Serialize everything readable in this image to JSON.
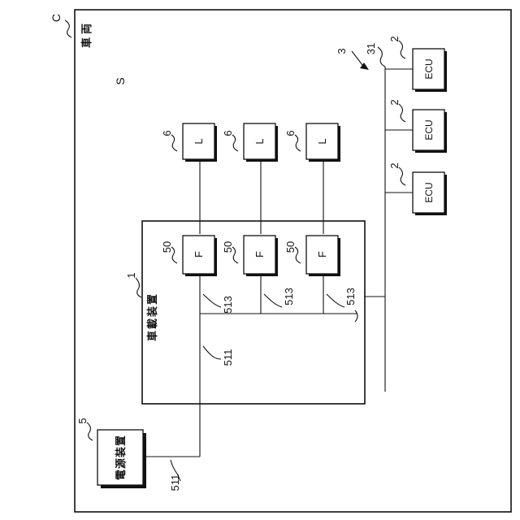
{
  "vehicle": {
    "ref": "C",
    "label": "車両"
  },
  "s_label": "S",
  "network": {
    "ref": "3",
    "bus_ref": "31"
  },
  "device": {
    "ref": "1",
    "label": "車載装置"
  },
  "power_supply": {
    "ref": "5",
    "label": "電源装置"
  },
  "lines": {
    "main_ref": "511",
    "branch_ref": "513"
  },
  "ecus": [
    {
      "ref": "2",
      "label": "ECU"
    },
    {
      "ref": "2",
      "label": "ECU"
    },
    {
      "ref": "2",
      "label": "ECU"
    }
  ],
  "loads": [
    {
      "ref": "6",
      "label": "L"
    },
    {
      "ref": "6",
      "label": "L"
    },
    {
      "ref": "6",
      "label": "L"
    }
  ],
  "feeders": [
    {
      "ref": "50",
      "label": "F"
    },
    {
      "ref": "50",
      "label": "F"
    },
    {
      "ref": "50",
      "label": "F"
    }
  ]
}
